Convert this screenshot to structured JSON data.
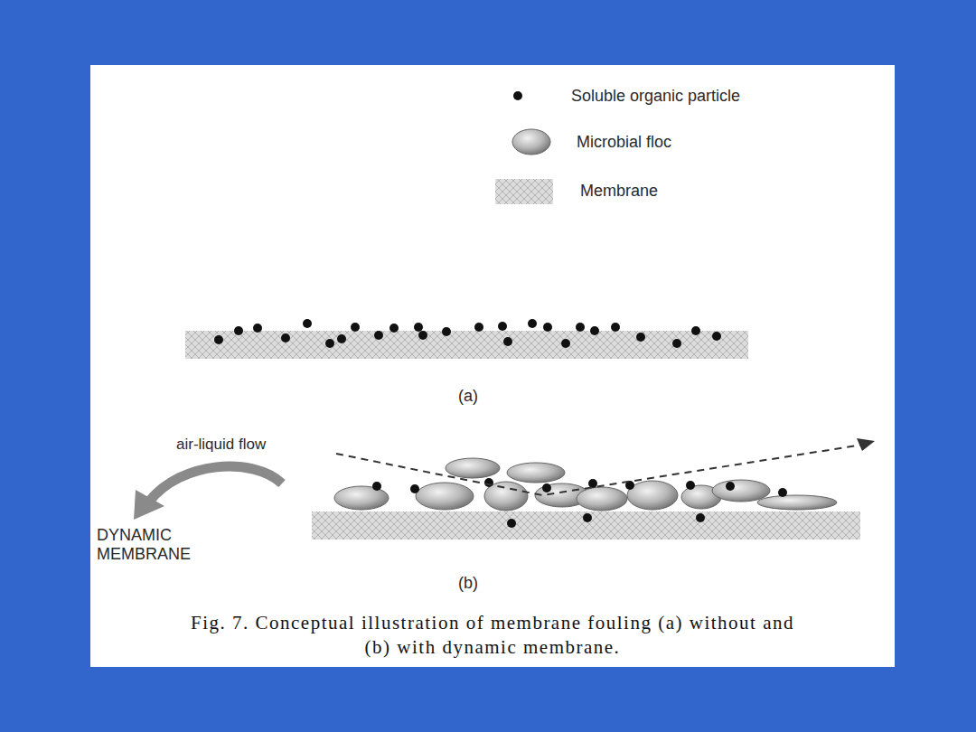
{
  "diagram": {
    "caption": "Fig. 7. Conceptual illustration of membrane fouling (a) without and (b) with dynamic membrane.",
    "labels": [
      "(a)",
      "air-liquid flow",
      "DYNAMIC MEMBRANE",
      "(b)"
    ],
    "legend": [
      {
        "text": "Soluble organic particle"
      },
      {
        "text": "Microbial floc"
      },
      {
        "text": "Membrane"
      }
    ]
  }
}
